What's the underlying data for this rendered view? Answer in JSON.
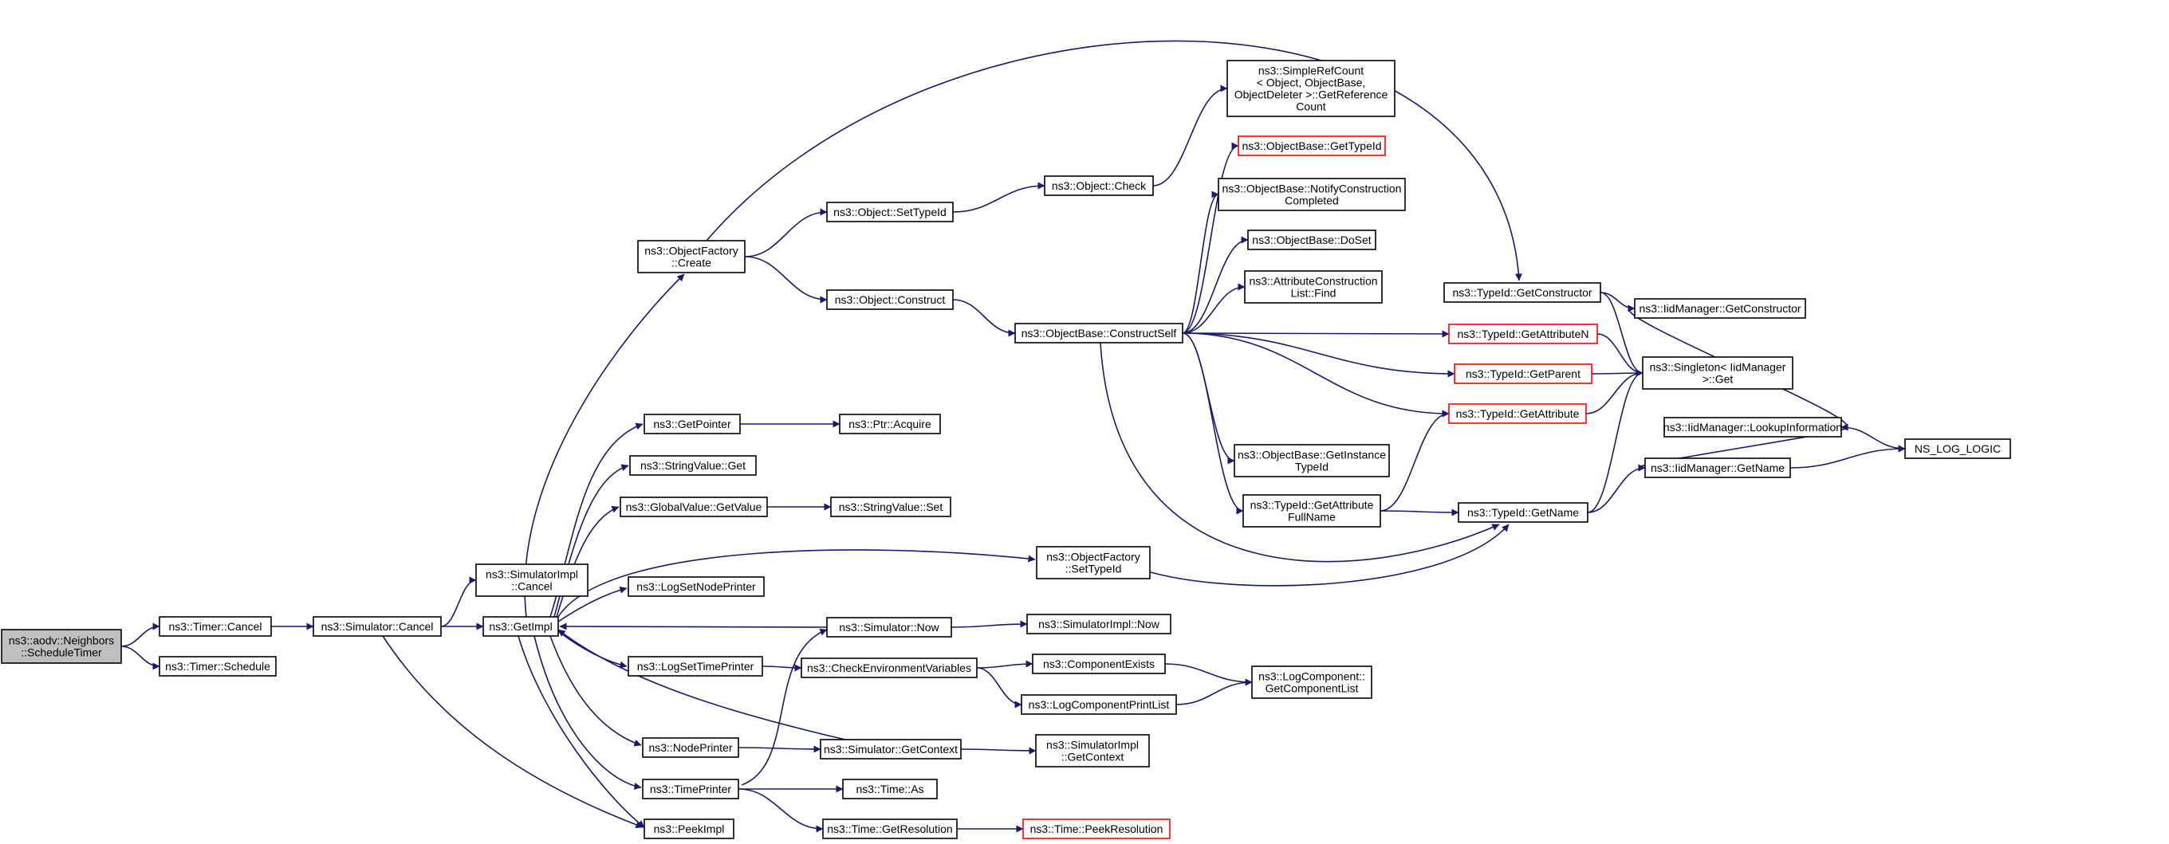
{
  "colors": {
    "edge": "#191970",
    "border": "#000000",
    "red_border": "#ff0000",
    "root_fill": "#bfbfbf",
    "background": "#ffffff"
  },
  "nodes": [
    {
      "id": "schedule_timer",
      "lines": [
        "ns3::aodv::Neighbors",
        "::ScheduleTimer"
      ],
      "root": true
    },
    {
      "id": "timer_cancel",
      "lines": [
        "ns3::Timer::Cancel"
      ]
    },
    {
      "id": "timer_schedule",
      "lines": [
        "ns3::Timer::Schedule"
      ]
    },
    {
      "id": "sim_cancel",
      "lines": [
        "ns3::Simulator::Cancel"
      ]
    },
    {
      "id": "simimpl_cancel",
      "lines": [
        "ns3::SimulatorImpl",
        "::Cancel"
      ]
    },
    {
      "id": "getimpl",
      "lines": [
        "ns3::GetImpl"
      ]
    },
    {
      "id": "peekimpl",
      "lines": [
        "ns3::PeekImpl"
      ]
    },
    {
      "id": "objfactory_create",
      "lines": [
        "ns3::ObjectFactory",
        "::Create"
      ]
    },
    {
      "id": "getpointer",
      "lines": [
        "ns3::GetPointer"
      ]
    },
    {
      "id": "stringvalue_get",
      "lines": [
        "ns3::StringValue::Get"
      ]
    },
    {
      "id": "globalvalue_getvalue",
      "lines": [
        "ns3::GlobalValue::GetValue"
      ]
    },
    {
      "id": "logsetnodeprinter",
      "lines": [
        "ns3::LogSetNodePrinter"
      ]
    },
    {
      "id": "logsettimeprinter",
      "lines": [
        "ns3::LogSetTimePrinter"
      ]
    },
    {
      "id": "nodeprinter",
      "lines": [
        "ns3::NodePrinter"
      ]
    },
    {
      "id": "timeprinter",
      "lines": [
        "ns3::TimePrinter"
      ]
    },
    {
      "id": "object_settypeid",
      "lines": [
        "ns3::Object::SetTypeId"
      ]
    },
    {
      "id": "object_construct",
      "lines": [
        "ns3::Object::Construct"
      ]
    },
    {
      "id": "ptr_acquire",
      "lines": [
        "ns3::Ptr::Acquire"
      ]
    },
    {
      "id": "stringvalue_set",
      "lines": [
        "ns3::StringValue::Set"
      ]
    },
    {
      "id": "objfactory_settypeid",
      "lines": [
        "ns3::ObjectFactory",
        "::SetTypeId"
      ]
    },
    {
      "id": "sim_now",
      "lines": [
        "ns3::Simulator::Now"
      ]
    },
    {
      "id": "checkenv",
      "lines": [
        "ns3::CheckEnvironmentVariables"
      ]
    },
    {
      "id": "sim_getcontext",
      "lines": [
        "ns3::Simulator::GetContext"
      ]
    },
    {
      "id": "time_as",
      "lines": [
        "ns3::Time::As"
      ]
    },
    {
      "id": "time_getresolution",
      "lines": [
        "ns3::Time::GetResolution"
      ]
    },
    {
      "id": "object_check",
      "lines": [
        "ns3::Object::Check"
      ]
    },
    {
      "id": "constructself",
      "lines": [
        "ns3::ObjectBase::ConstructSelf"
      ]
    },
    {
      "id": "simimpl_now",
      "lines": [
        "ns3::SimulatorImpl::Now"
      ]
    },
    {
      "id": "componentexists",
      "lines": [
        "ns3::ComponentExists"
      ]
    },
    {
      "id": "logcomponentprintlist",
      "lines": [
        "ns3::LogComponentPrintList"
      ]
    },
    {
      "id": "simimpl_getcontext",
      "lines": [
        "ns3::SimulatorImpl",
        "::GetContext"
      ]
    },
    {
      "id": "time_peekresolution",
      "lines": [
        "ns3::Time::PeekResolution"
      ],
      "red": true
    },
    {
      "id": "simplerefcount",
      "lines": [
        "ns3::SimpleRefCount",
        "< Object, ObjectBase,",
        "ObjectDeleter >::GetReference",
        "Count"
      ]
    },
    {
      "id": "objbase_gettypeid",
      "lines": [
        "ns3::ObjectBase::GetTypeId"
      ],
      "red": true
    },
    {
      "id": "objbase_notify",
      "lines": [
        "ns3::ObjectBase::NotifyConstruction",
        "Completed"
      ]
    },
    {
      "id": "objbase_doset",
      "lines": [
        "ns3::ObjectBase::DoSet"
      ]
    },
    {
      "id": "attrconstruction_find",
      "lines": [
        "ns3::AttributeConstruction",
        "List::Find"
      ]
    },
    {
      "id": "objbase_getinstancetypeid",
      "lines": [
        "ns3::ObjectBase::GetInstance",
        "TypeId"
      ]
    },
    {
      "id": "typeid_getattributefullname",
      "lines": [
        "ns3::TypeId::GetAttribute",
        "FullName"
      ]
    },
    {
      "id": "logcomponent_getcomponentlist",
      "lines": [
        "ns3::LogComponent::",
        "GetComponentList"
      ]
    },
    {
      "id": "typeid_getconstructor",
      "lines": [
        "ns3::TypeId::GetConstructor"
      ]
    },
    {
      "id": "typeid_getattributen",
      "lines": [
        "ns3::TypeId::GetAttributeN"
      ],
      "red": true
    },
    {
      "id": "typeid_getparent",
      "lines": [
        "ns3::TypeId::GetParent"
      ],
      "red": true
    },
    {
      "id": "typeid_getattribute",
      "lines": [
        "ns3::TypeId::GetAttribute"
      ],
      "red": true
    },
    {
      "id": "typeid_getname",
      "lines": [
        "ns3::TypeId::GetName"
      ]
    },
    {
      "id": "iidmanager_getconstructor",
      "lines": [
        "ns3::IidManager::GetConstructor"
      ]
    },
    {
      "id": "singleton_get",
      "lines": [
        "ns3::Singleton< IidManager",
        ">::Get"
      ]
    },
    {
      "id": "iidmanager_getname",
      "lines": [
        "ns3::IidManager::GetName"
      ]
    },
    {
      "id": "iidmanager_lookupinformation",
      "lines": [
        "ns3::IidManager::LookupInformation"
      ]
    },
    {
      "id": "ns_log_logic",
      "lines": [
        "NS_LOG_LOGIC"
      ]
    }
  ],
  "edges": [
    [
      "schedule_timer",
      "timer_cancel"
    ],
    [
      "schedule_timer",
      "timer_schedule"
    ],
    [
      "timer_cancel",
      "sim_cancel"
    ],
    [
      "sim_cancel",
      "simimpl_cancel"
    ],
    [
      "sim_cancel",
      "getimpl"
    ],
    [
      "sim_cancel",
      "peekimpl"
    ],
    [
      "getimpl",
      "objfactory_create"
    ],
    [
      "getimpl",
      "getpointer"
    ],
    [
      "getimpl",
      "stringvalue_get"
    ],
    [
      "getimpl",
      "globalvalue_getvalue"
    ],
    [
      "getimpl",
      "objfactory_settypeid"
    ],
    [
      "getimpl",
      "logsetnodeprinter"
    ],
    [
      "getimpl",
      "logsettimeprinter"
    ],
    [
      "getimpl",
      "nodeprinter"
    ],
    [
      "getimpl",
      "timeprinter"
    ],
    [
      "getimpl",
      "peekimpl"
    ],
    [
      "objfactory_create",
      "object_settypeid"
    ],
    [
      "objfactory_create",
      "object_construct"
    ],
    [
      "objfactory_create",
      "typeid_getconstructor"
    ],
    [
      "object_settypeid",
      "object_check"
    ],
    [
      "object_check",
      "simplerefcount"
    ],
    [
      "object_construct",
      "constructself"
    ],
    [
      "getpointer",
      "ptr_acquire"
    ],
    [
      "globalvalue_getvalue",
      "stringvalue_set"
    ],
    [
      "objfactory_settypeid",
      "typeid_getname"
    ],
    [
      "logsettimeprinter",
      "checkenv"
    ],
    [
      "nodeprinter",
      "sim_getcontext"
    ],
    [
      "timeprinter",
      "sim_now"
    ],
    [
      "timeprinter",
      "time_as"
    ],
    [
      "timeprinter",
      "time_getresolution"
    ],
    [
      "sim_now",
      "getimpl"
    ],
    [
      "sim_now",
      "simimpl_now"
    ],
    [
      "sim_getcontext",
      "getimpl"
    ],
    [
      "sim_getcontext",
      "simimpl_getcontext"
    ],
    [
      "checkenv",
      "componentexists"
    ],
    [
      "checkenv",
      "logcomponentprintlist"
    ],
    [
      "componentexists",
      "logcomponent_getcomponentlist"
    ],
    [
      "logcomponentprintlist",
      "logcomponent_getcomponentlist"
    ],
    [
      "time_getresolution",
      "time_peekresolution"
    ],
    [
      "constructself",
      "objbase_gettypeid"
    ],
    [
      "constructself",
      "objbase_notify"
    ],
    [
      "constructself",
      "objbase_doset"
    ],
    [
      "constructself",
      "attrconstruction_find"
    ],
    [
      "constructself",
      "typeid_getattributen"
    ],
    [
      "constructself",
      "typeid_getparent"
    ],
    [
      "constructself",
      "typeid_getattribute"
    ],
    [
      "constructself",
      "objbase_getinstancetypeid"
    ],
    [
      "constructself",
      "typeid_getattributefullname"
    ],
    [
      "constructself",
      "typeid_getname"
    ],
    [
      "typeid_getattributefullname",
      "typeid_getattribute"
    ],
    [
      "typeid_getattributefullname",
      "typeid_getname"
    ],
    [
      "typeid_getconstructor",
      "iidmanager_getconstructor"
    ],
    [
      "typeid_getconstructor",
      "singleton_get"
    ],
    [
      "typeid_getattributen",
      "singleton_get"
    ],
    [
      "typeid_getparent",
      "singleton_get"
    ],
    [
      "typeid_getattribute",
      "singleton_get"
    ],
    [
      "typeid_getname",
      "singleton_get"
    ],
    [
      "typeid_getname",
      "iidmanager_getname"
    ],
    [
      "iidmanager_getconstructor",
      "iidmanager_lookupinformation"
    ],
    [
      "iidmanager_getname",
      "iidmanager_lookupinformation"
    ],
    [
      "iidmanager_getname",
      "ns_log_logic"
    ],
    [
      "iidmanager_lookupinformation",
      "ns_log_logic"
    ]
  ]
}
